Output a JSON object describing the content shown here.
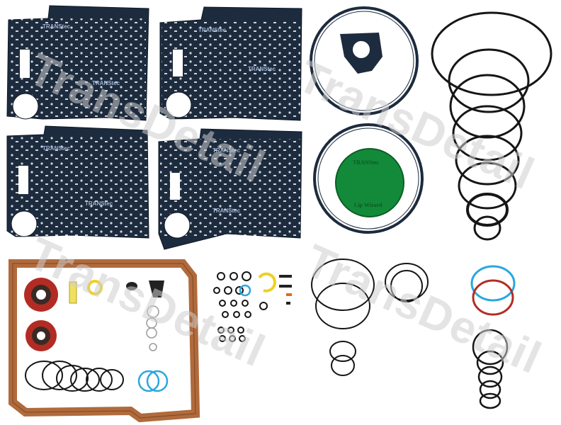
{
  "product": {
    "watermark_text": "TransDetail",
    "plate_brand": "TRANStec",
    "disc_brand": "TRANStec",
    "disc_label": "Lip Wizard"
  },
  "colors": {
    "gasket": "#1d2b3e",
    "gasket_edge": "#0e1826",
    "cork": "#b06a3c",
    "green_disc": "#128a3a",
    "red_seal": "#b22c24",
    "blue_ring": "#2aa7e0",
    "black_ring": "#161616",
    "yellow_clip": "#f0d020",
    "watermark": "#cccccc"
  }
}
